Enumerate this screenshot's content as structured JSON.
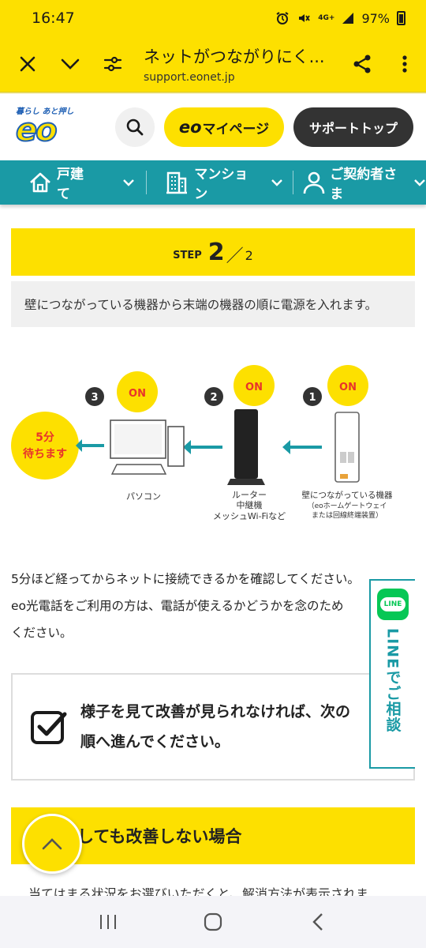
{
  "status_bar": {
    "time": "16:47",
    "network": "4G+",
    "battery": "97%"
  },
  "browser": {
    "title": "ネットがつながりにく...",
    "url": "support.eonet.jp"
  },
  "site_header": {
    "logo_tagline": "暮らし あと押し",
    "logo_mark": "eo",
    "mypage_prefix": "eo",
    "mypage_label": "マイページ",
    "support_label": "サポートトップ"
  },
  "nav": [
    {
      "label": "戸建て",
      "icon": "house-icon"
    },
    {
      "label": "マンション",
      "icon": "building-icon"
    },
    {
      "label": "ご契約者さま",
      "icon": "person-icon"
    }
  ],
  "step": {
    "word": "STEP",
    "current": "2",
    "total": "2"
  },
  "step_description": "壁につながっている機器から末端の機器の順に電源を入れます。",
  "diagram": {
    "wait_line1": "5分",
    "wait_line2": "待ちます",
    "on_label": "ON",
    "devices": [
      {
        "number": "3",
        "lines": [
          "パソコン"
        ]
      },
      {
        "number": "2",
        "lines": [
          "ルーター",
          "中継機",
          "メッシュWi-Fiなど"
        ]
      },
      {
        "number": "1",
        "lines": [
          "壁につながっている機器",
          "（eoホームゲートウェイ",
          "または回線終端装置）"
        ]
      }
    ]
  },
  "paragraph": [
    "5分ほど経ってからネットに接続できるかを確認してください。",
    "eo光電話をご利用の方は、電話が使えるかどうかを念のため",
    "ください。"
  ],
  "advice": {
    "line1": "様子を見て改善が見られなければ、次の",
    "line2": "順へ進んでください。"
  },
  "line_tab": {
    "badge": "LINE",
    "label": "LINEでご相談"
  },
  "next_banner": "しても改善しない場合",
  "cut_text": "当てはまる状況をお選びいただくと、解消方法が表示されま"
}
